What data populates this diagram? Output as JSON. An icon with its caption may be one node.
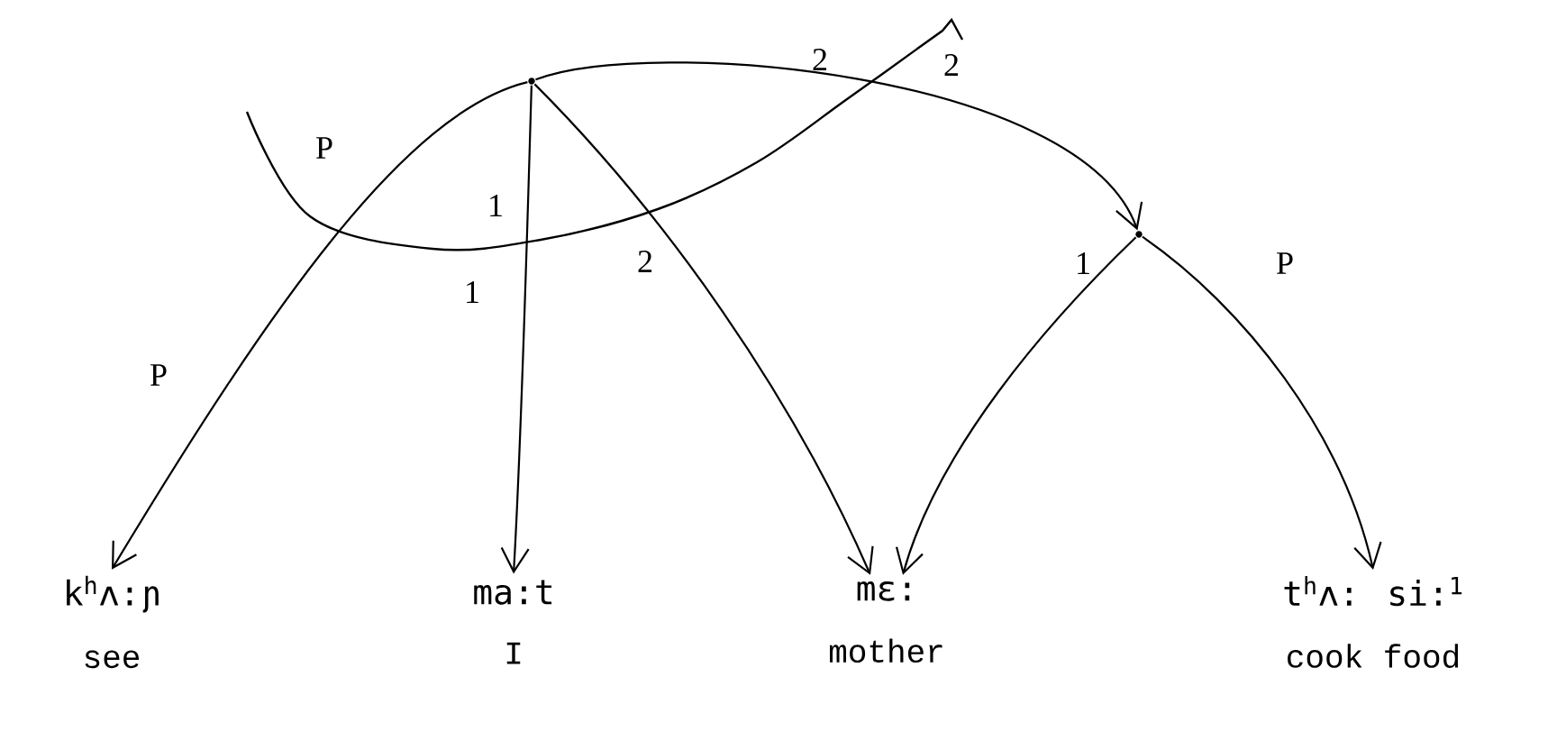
{
  "diagram": {
    "nodes": [
      {
        "text": [],
        "shape": "circle"
      },
      {
        "text": [],
        "shape": "circle"
      },
      {
        "text": [
          "k$^{h}$ʌ:ɲ",
          "see"
        ]
      },
      {
        "text": [
          "ma:t",
          "I"
        ]
      },
      {
        "text": [
          "mɛ:",
          "mother"
        ]
      },
      {
        "text": [
          "t$^{h}$ʌ: si:$^{1}$",
          "cook food"
        ]
      }
    ],
    "edges": [
      {
        "from": 0,
        "to": 2,
        "arrow": "to",
        "label": "P"
      },
      {
        "from": 0,
        "to": 3,
        "arrow": "to",
        "label": "1"
      },
      {
        "from": 0,
        "to": 4,
        "arrow": "to",
        "label": "2"
      },
      {
        "from": 0,
        "to": 1,
        "arrow": "to"
      },
      {
        "from": 1,
        "to": 4,
        "arrow": "to",
        "label": "1"
      },
      {
        "from": 1,
        "to": 5,
        "arrow": "to",
        "label": "P"
      }
    ],
    "labels": [
      "2",
      "2",
      "P",
      "1"
    ]
  }
}
